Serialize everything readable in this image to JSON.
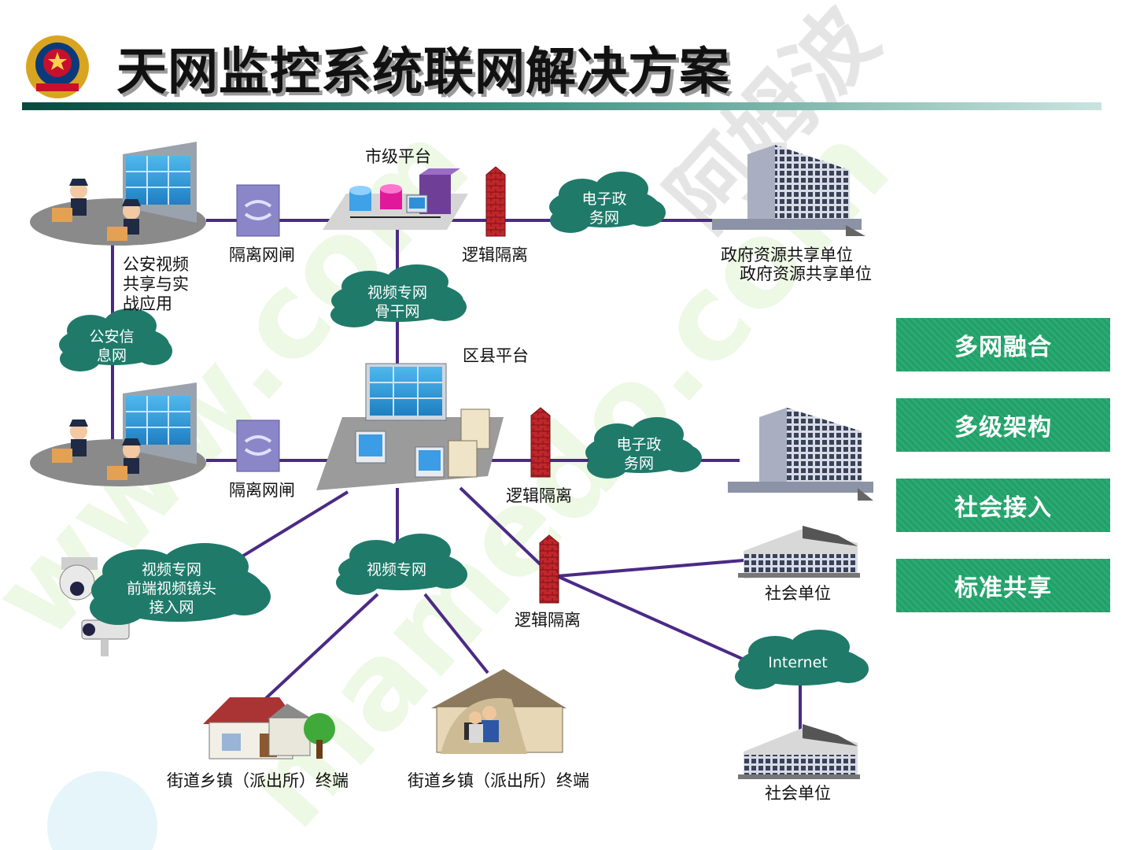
{
  "header": {
    "title": "天网监控系统联网解决方案"
  },
  "clouds": {
    "egov_top": [
      "电子政",
      "务网"
    ],
    "backbone": [
      "视频专网",
      "骨干网"
    ],
    "police_info": [
      "公安信",
      "息网"
    ],
    "egov_mid": [
      "电子政",
      "务网"
    ],
    "video_net": [
      "视频专网"
    ],
    "frontend": [
      "视频专网",
      "前端视频镜头",
      "接入网"
    ],
    "internet": [
      "Internet"
    ]
  },
  "labels": {
    "city_platform": "市级平台",
    "gateway_top": "隔离网闸",
    "logic_top": "逻辑隔离",
    "gov_unit_1": "政府资源共享单位",
    "gov_unit_2": "政府资源共享单位",
    "police_app": [
      "公安视频",
      "共享与实",
      "战应用"
    ],
    "district_platform": "区县平台",
    "gateway_mid": "隔离网闸",
    "logic_mid": "逻辑隔离",
    "logic_bottom": "逻辑隔离",
    "social_unit_1": "社会单位",
    "social_unit_2": "社会单位",
    "terminal_1": "街道乡镇（派出所）终端",
    "terminal_2": "街道乡镇（派出所）终端"
  },
  "features": [
    "多网融合",
    "多级架构",
    "社会接入",
    "标准共享"
  ],
  "colors": {
    "link": "#4b2a86",
    "cloud": "#1f7a6a",
    "feature": "#22a56c",
    "firewall": "#c0262b"
  }
}
